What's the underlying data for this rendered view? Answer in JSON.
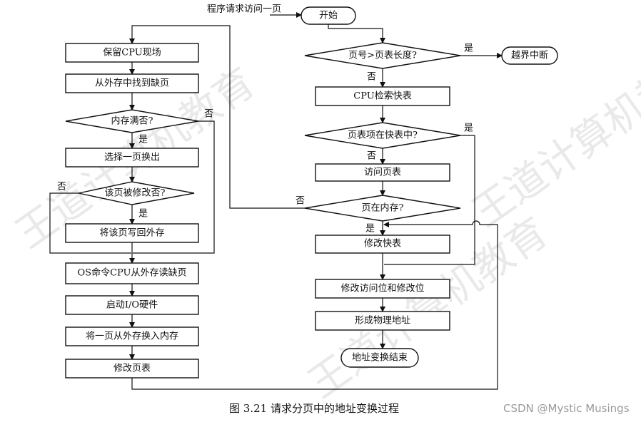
{
  "entry_label": "程序请求访问一页",
  "nodes": {
    "start": "开始",
    "page_num_check": "页号>页表长度?",
    "out_of_bounds": "越界中断",
    "cpu_search_tlb": "CPU检索快表",
    "entry_in_tlb": "页表项在快表中?",
    "access_page_table": "访问页表",
    "page_in_memory": "页在内存?",
    "modify_tlb": "修改快表",
    "modify_bits": "修改访问位和修改位",
    "physical_address": "形成物理地址",
    "end": "地址变换结束",
    "save_cpu": "保留CPU现场",
    "find_missing": "从外存中找到缺页",
    "memory_full": "内存满否?",
    "select_swap": "选择一页换出",
    "page_modified": "该页被修改否?",
    "write_back": "将该页写回外存",
    "os_read": "OS命令CPU从外存读缺页",
    "start_io": "启动I/O硬件",
    "swap_in": "将一页从外存换入内存",
    "modify_page_table": "修改页表"
  },
  "edge_labels": {
    "yes": "是",
    "no": "否"
  },
  "caption": "图 3.21    请求分页中的地址变换过程",
  "credit": "CSDN @Mystic Musings",
  "watermark": "王道计算机教育"
}
